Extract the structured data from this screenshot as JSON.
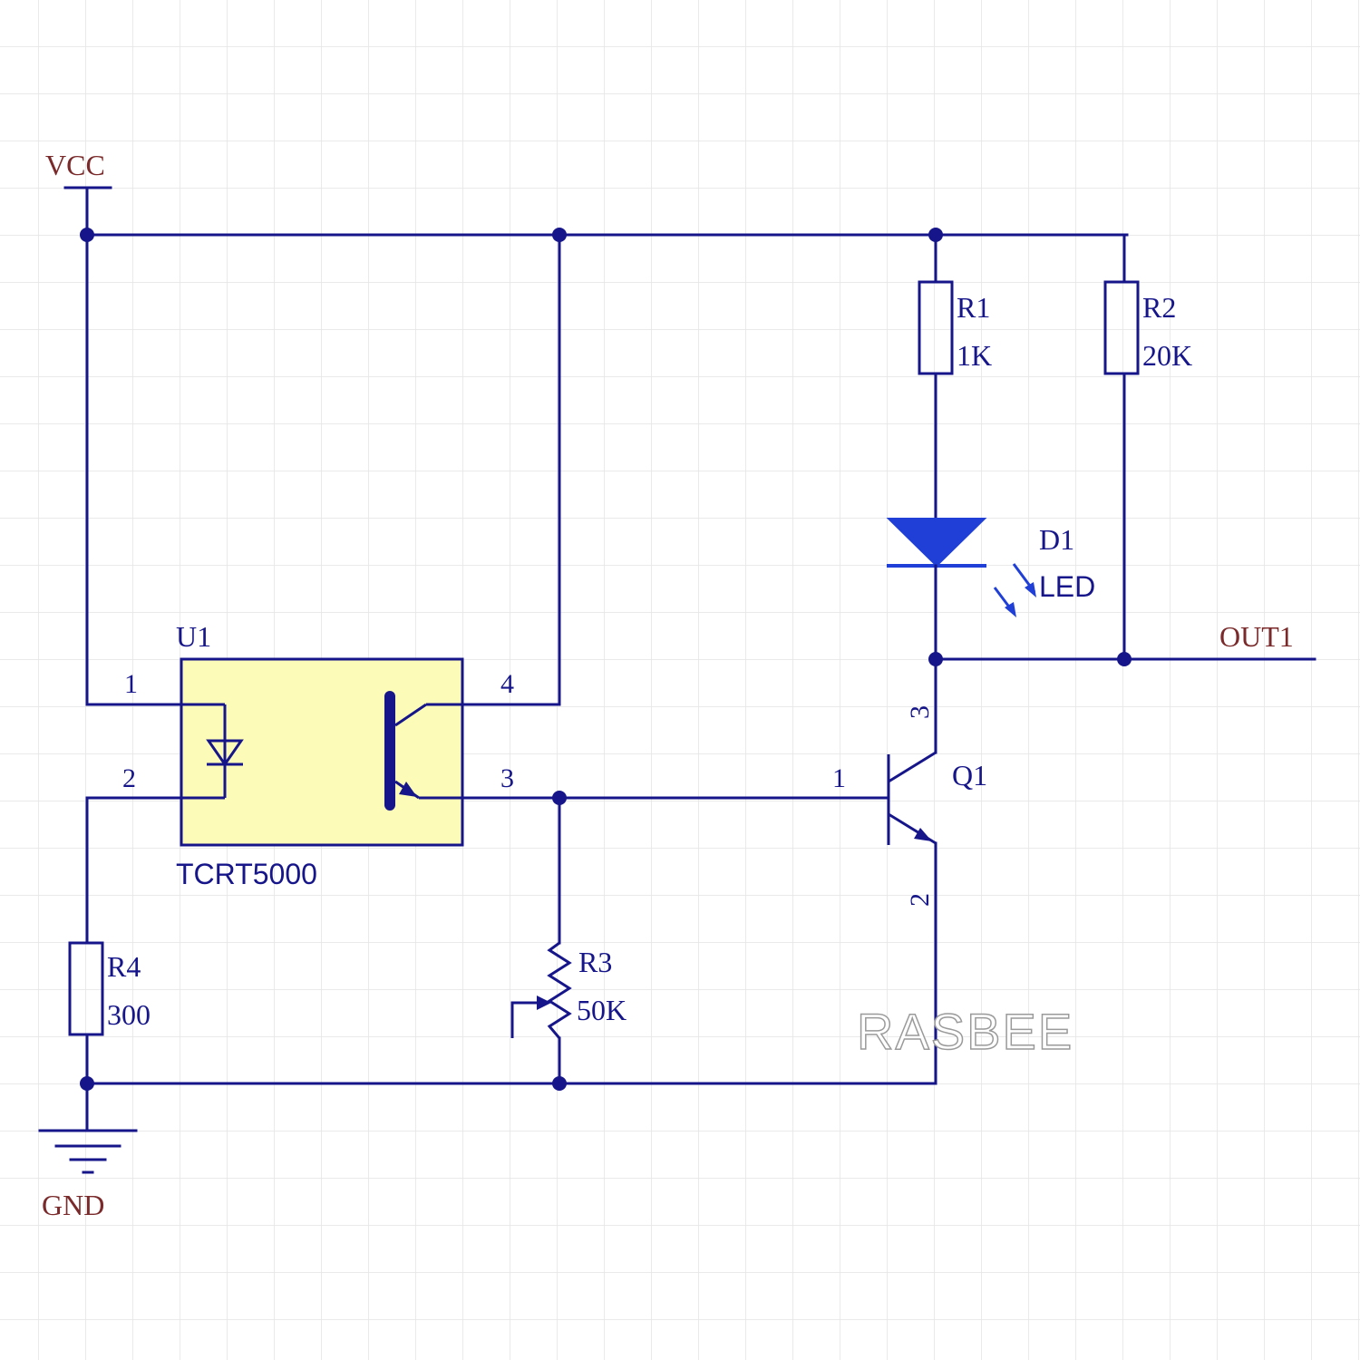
{
  "colors": {
    "wire": "#16168a",
    "net_label": "#7a2a2a",
    "ic_fill": "#fdfbb8",
    "led": "#1f3fd6",
    "grid": "#e4e4e4",
    "background": "#ffffff"
  },
  "net_labels": {
    "vcc": "VCC",
    "gnd": "GND",
    "out": "OUT1"
  },
  "u1": {
    "designator": "U1",
    "part": "TCRT5000",
    "pins": {
      "p1": "1",
      "p2": "2",
      "p3": "3",
      "p4": "4"
    }
  },
  "r1": {
    "designator": "R1",
    "value": "1K"
  },
  "r2": {
    "designator": "R2",
    "value": "20K"
  },
  "r3": {
    "designator": "R3",
    "value": "50K"
  },
  "r4": {
    "designator": "R4",
    "value": "300"
  },
  "d1": {
    "designator": "D1",
    "type": "LED"
  },
  "q1": {
    "designator": "Q1",
    "pins": {
      "base": "1",
      "emitter": "2",
      "collector": "3"
    }
  },
  "watermark": "RASBEE"
}
